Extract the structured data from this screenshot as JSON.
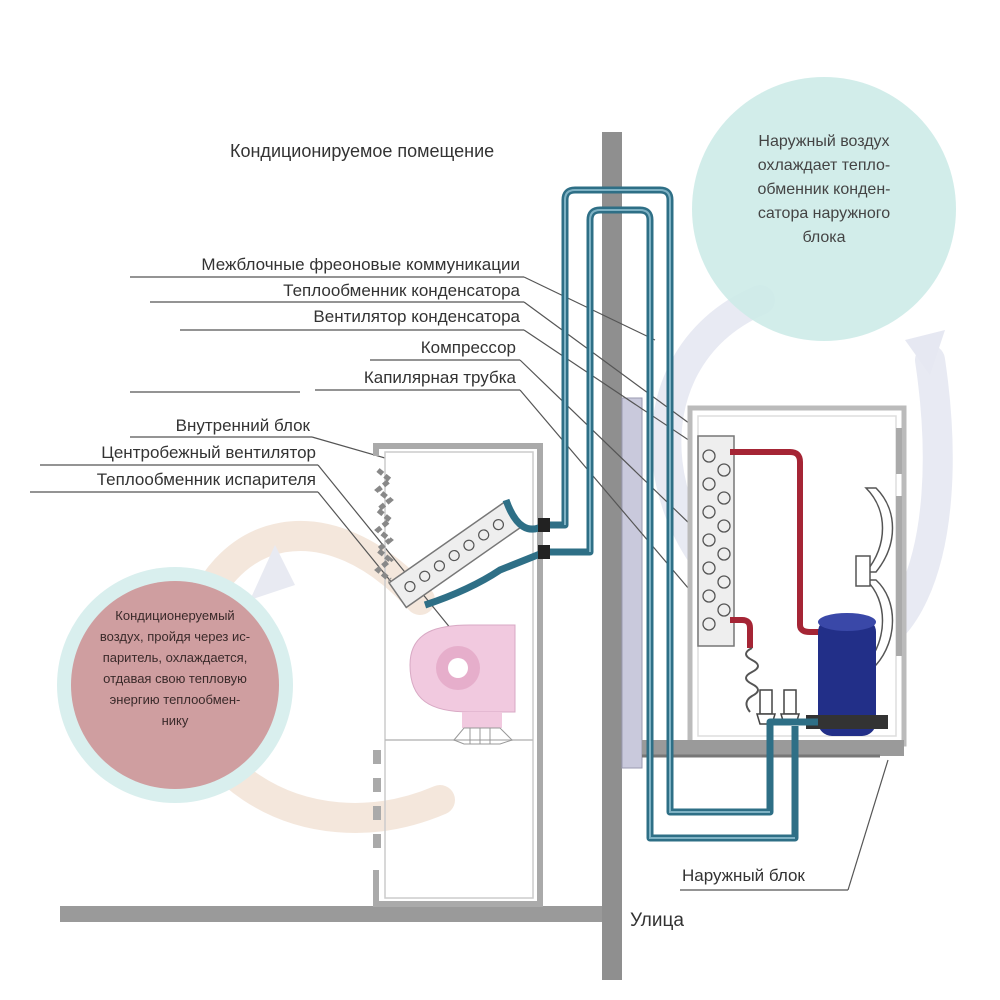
{
  "labels": {
    "room": "Кондиционируемое помещение",
    "street": "Улица",
    "outdoor_unit": "Наружный блок",
    "freon_lines": "Межблочные фреоновые коммуникации",
    "condenser_hx": "Теплообменник конденсатора",
    "condenser_fan": "Вентилятор конденсатора",
    "compressor": "Компрессор",
    "capillary": "Капилярная трубка",
    "indoor_unit": "Внутренний блок",
    "centrifugal_fan": "Центробежный вентилятор",
    "evaporator_hx": "Теплообменник испарителя"
  },
  "bubbles": {
    "outdoor": [
      "Наружный воздух",
      "охлаждает тепло-",
      "обменник конден-",
      "сатора наружного",
      "блока"
    ],
    "indoor": [
      "Кондиционеруемый",
      "воздух, пройдя через ис-",
      "паритель, охлаждается,",
      "отдавая свою тепловую",
      "энергию теплообмен-",
      "нику"
    ]
  },
  "colors": {
    "pipe_blue": "#2e6f86",
    "pipe_red": "#a52535",
    "compressor": "#222f88",
    "wall": "#8f8f8f",
    "bubble_outdoor": "#cdebe8",
    "bubble_indoor": "#cf9ea0",
    "fan_pink": "#f1c9df"
  }
}
